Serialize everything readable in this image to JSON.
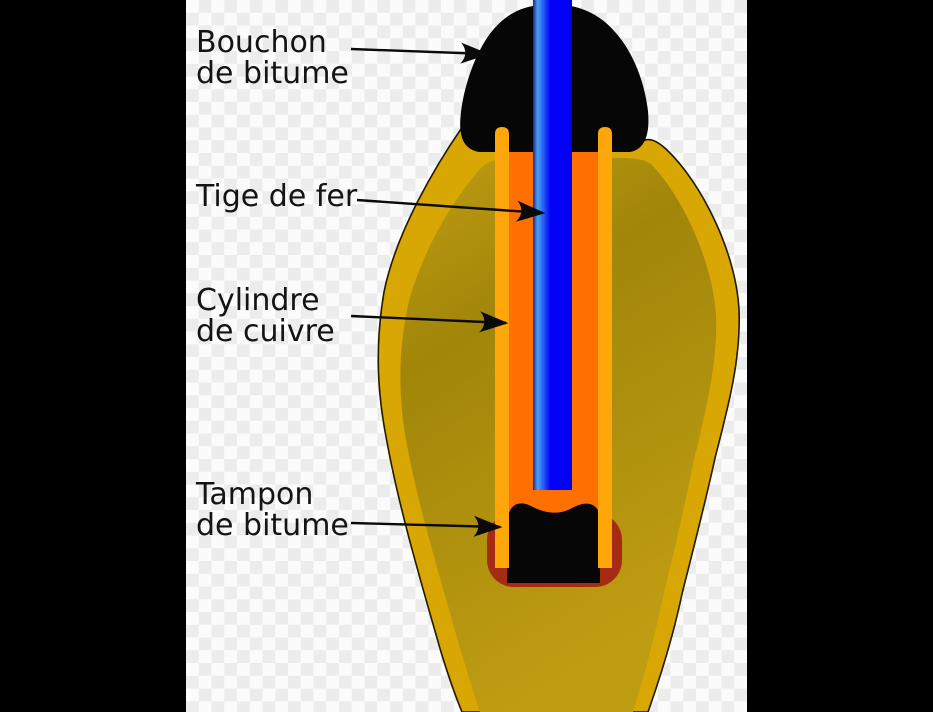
{
  "figure": {
    "description_labels": {
      "bouchon": {
        "line1": "Bouchon",
        "line2": "de bitume"
      },
      "tige": {
        "line1": "Tige de fer"
      },
      "cylindre": {
        "line1": "Cylindre",
        "line2": "de cuivre"
      },
      "tampon": {
        "line1": "Tampon",
        "line2": "de bitume"
      }
    }
  },
  "colors": {
    "ink": "#0a0a0a",
    "letterbox": "#000000",
    "checker_light": "#fbfbfb",
    "checker_dark": "#ececec",
    "bitumen_black": "#060606",
    "clay_outer_gold": "#d8a704",
    "clay_inner_top": "#c09c12",
    "clay_inner_dark": "#a1860a",
    "clay_inner_bottom": "#bf9d12",
    "clay_outline": "#201a00",
    "copper_wall_light": "#ffa60a",
    "copper_inner": "#ff7000",
    "iron_dark_edge": "#1b2391",
    "iron_highlight": "#45a2f5",
    "iron_blue": "#0202f6",
    "iron_right_edge": "#0000da",
    "cup_red": "#a52c12"
  }
}
